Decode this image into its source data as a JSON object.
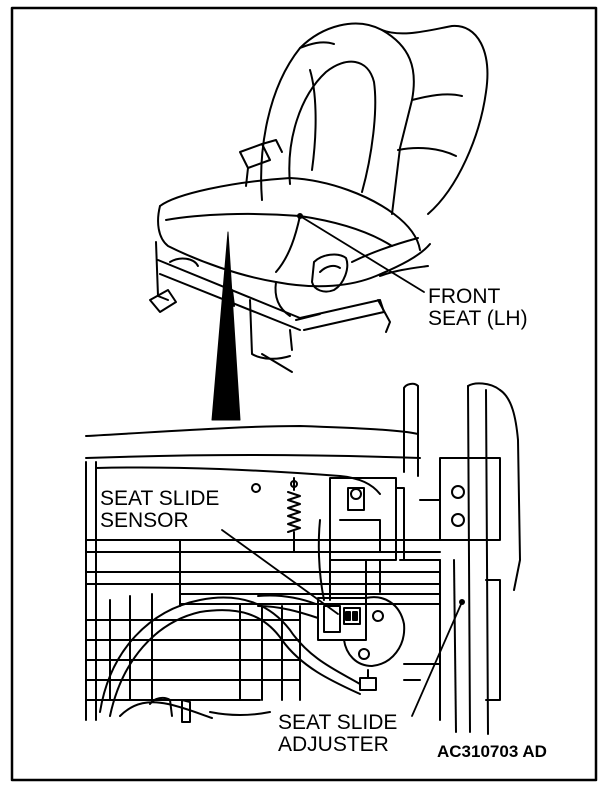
{
  "labels": {
    "front_seat_line1": "FRONT",
    "front_seat_line2": "SEAT (LH)",
    "sensor_line1": "SEAT SLIDE",
    "sensor_line2": "SENSOR",
    "adjuster_line1": "SEAT SLIDE",
    "adjuster_line2": "ADJUSTER"
  },
  "figure_code": "AC310703 AD",
  "colors": {
    "ink": "#000000",
    "paper": "#ffffff"
  }
}
